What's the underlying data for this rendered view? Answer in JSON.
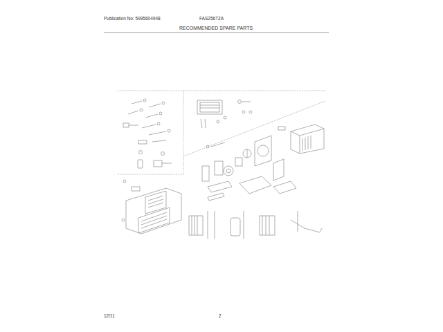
{
  "diagram": {
    "title": "RECOMMENDED SPARE PARTS",
    "labels": [
      "Publication No: 5995604948",
      "FAS256T2A",
      "12/11",
      "2"
    ]
  }
}
